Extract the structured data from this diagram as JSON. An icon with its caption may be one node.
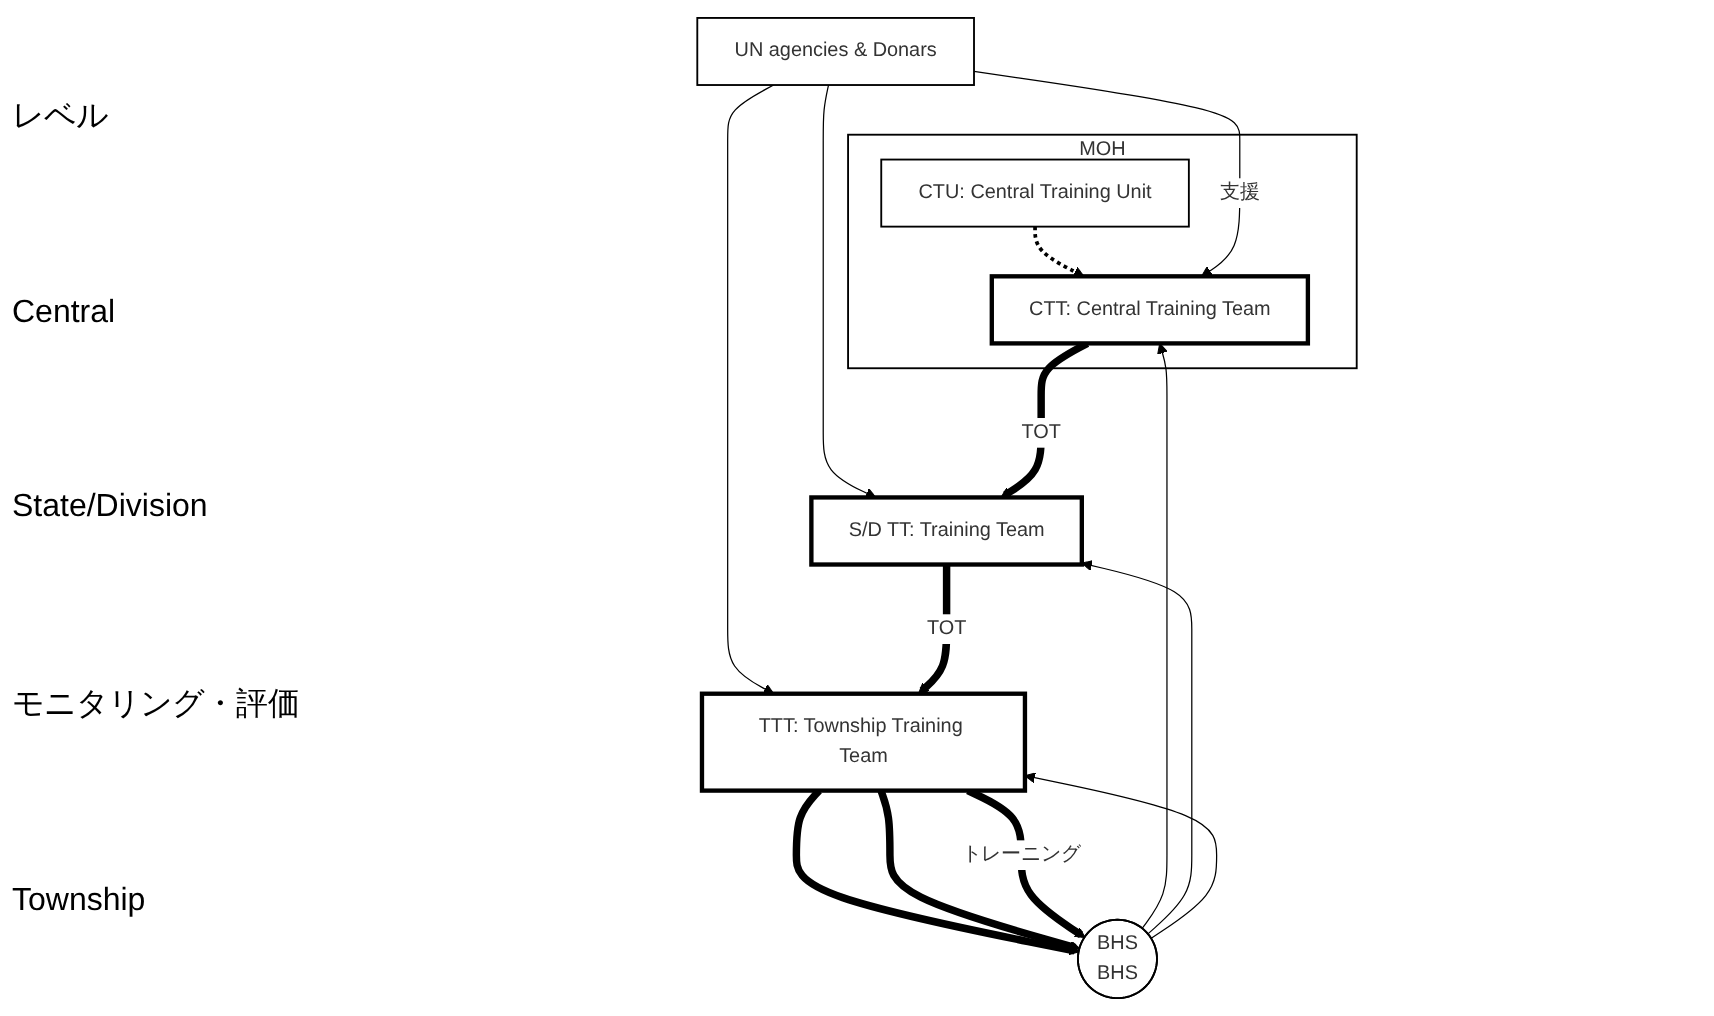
{
  "diagram": {
    "nodes": [
      {
        "text": [
          "MOH"
        ]
      },
      {
        "text": [
          "CTU: Central Training Unit"
        ],
        "in": 0
      },
      {
        "text": [
          "CTT: Central Training Team"
        ],
        "in": 0
      },
      {
        "text": [
          "UN agencies & Donars"
        ]
      },
      {
        "text": [
          "S/D TT: Training Team"
        ]
      },
      {
        "text": [
          "TTT: Township Training Team"
        ]
      },
      {
        "text": [
          "BHS",
          "BHS"
        ]
      }
    ],
    "edges": [
      {
        "from": 1,
        "to": 2,
        "arrow": "to",
        "style": "dashed"
      },
      {
        "from": 3,
        "to": 2,
        "arrow": "to",
        "label": "支援"
      },
      {
        "from": 3,
        "to": 4,
        "arrow": "to"
      },
      {
        "from": 3,
        "to": 5,
        "arrow": "to"
      },
      {
        "from": 2,
        "to": 4,
        "arrow": "to",
        "label": "TOT",
        "style": "thick"
      },
      {
        "from": 4,
        "to": 5,
        "arrow": "to",
        "label": "TOT",
        "style": "thick"
      },
      {
        "from": 5,
        "to": 6,
        "arrow": "to",
        "style": "thick"
      },
      {
        "from": 5,
        "to": 6,
        "arrow": "to",
        "style": "thick"
      },
      {
        "from": 5,
        "to": 6,
        "arrow": "to",
        "label": "トレーニング",
        "style": "thick"
      },
      {
        "from": 6,
        "to": 2,
        "arrow": "to"
      },
      {
        "from": 6,
        "to": 4,
        "arrow": "to"
      },
      {
        "from": 6,
        "to": 5,
        "arrow": "to"
      }
    ],
    "labels": [
      "レベル",
      "Central",
      "State/Division",
      "モニタリング・評価",
      "Township"
    ]
  }
}
